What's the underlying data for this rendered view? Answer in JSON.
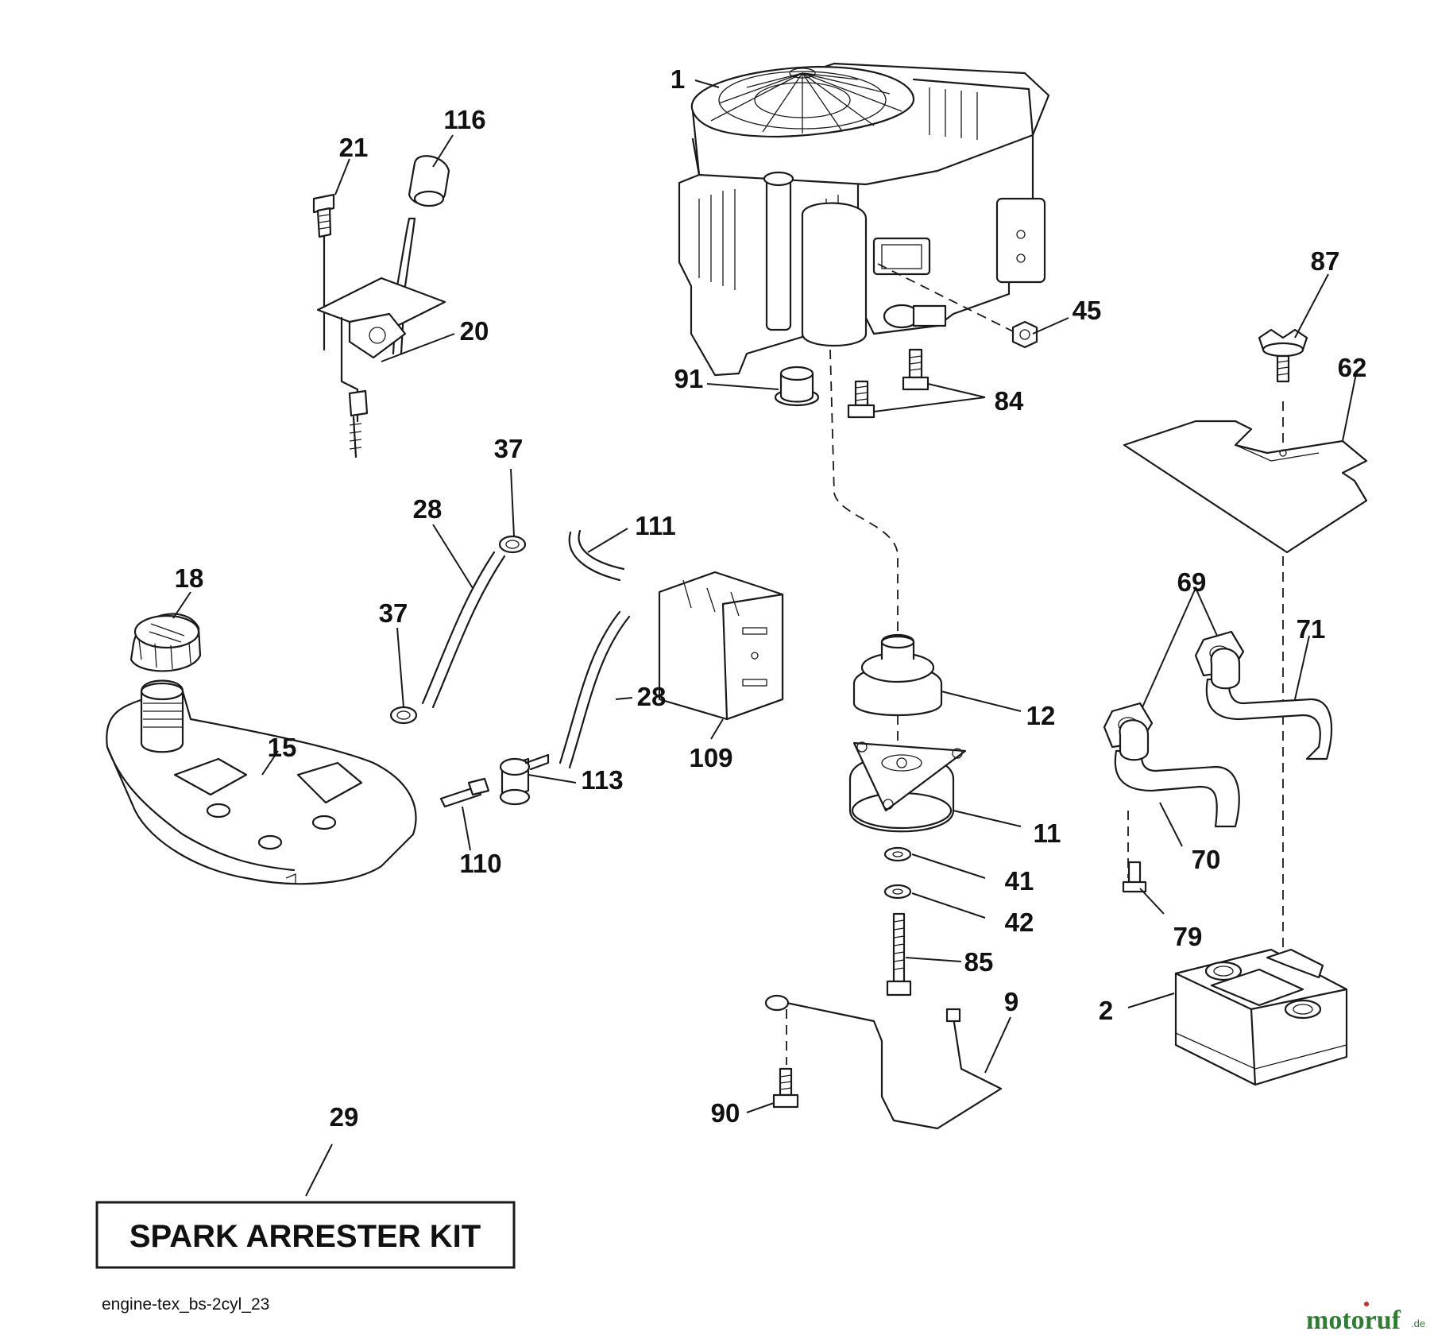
{
  "callouts": [
    {
      "id": "c1",
      "label": "1"
    },
    {
      "id": "c116",
      "label": "116"
    },
    {
      "id": "c21",
      "label": "21"
    },
    {
      "id": "c20",
      "label": "20"
    },
    {
      "id": "c45",
      "label": "45"
    },
    {
      "id": "c87",
      "label": "87"
    },
    {
      "id": "c62",
      "label": "62"
    },
    {
      "id": "c91",
      "label": "91"
    },
    {
      "id": "c84",
      "label": "84"
    },
    {
      "id": "c37a",
      "label": "37"
    },
    {
      "id": "c28a",
      "label": "28"
    },
    {
      "id": "c111",
      "label": "111"
    },
    {
      "id": "c18",
      "label": "18"
    },
    {
      "id": "c37b",
      "label": "37"
    },
    {
      "id": "c69",
      "label": "69"
    },
    {
      "id": "c71",
      "label": "71"
    },
    {
      "id": "c12",
      "label": "12"
    },
    {
      "id": "c28b",
      "label": "28"
    },
    {
      "id": "c15",
      "label": "15"
    },
    {
      "id": "c109",
      "label": "109"
    },
    {
      "id": "c113",
      "label": "113"
    },
    {
      "id": "c11",
      "label": "11"
    },
    {
      "id": "c70",
      "label": "70"
    },
    {
      "id": "c110",
      "label": "110"
    },
    {
      "id": "c41",
      "label": "41"
    },
    {
      "id": "c42",
      "label": "42"
    },
    {
      "id": "c79",
      "label": "79"
    },
    {
      "id": "c85",
      "label": "85"
    },
    {
      "id": "c9",
      "label": "9"
    },
    {
      "id": "c2",
      "label": "2"
    },
    {
      "id": "c90",
      "label": "90"
    },
    {
      "id": "c29",
      "label": "29"
    }
  ],
  "kit_box": {
    "label": "SPARK ARRESTER KIT"
  },
  "diagram_ref": "engine-tex_bs-2cyl_23",
  "watermark": {
    "main": "motoruf",
    "suffix": ".de",
    "color_main": "#2e7d32",
    "color_accent": "#c62828"
  }
}
